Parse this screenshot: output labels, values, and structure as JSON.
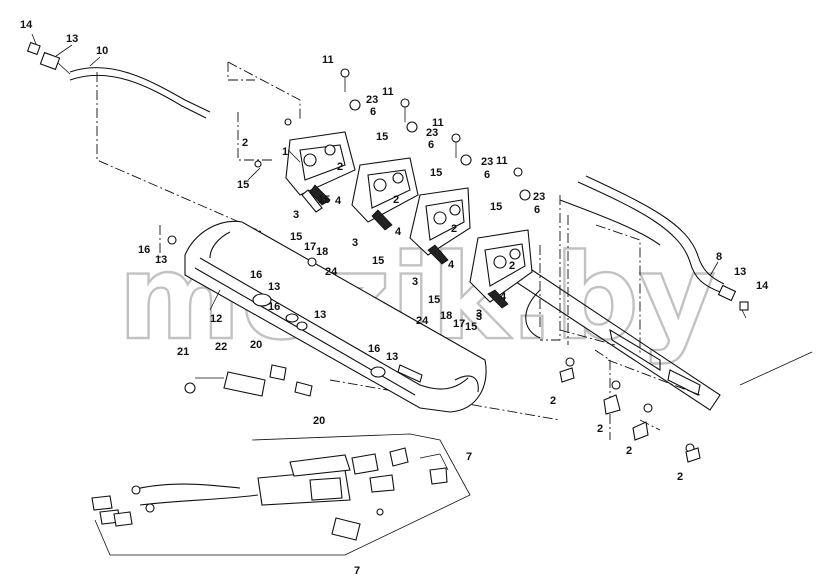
{
  "watermark": "mozik.by",
  "callouts": {
    "l14a": "14",
    "l13a": "13",
    "l10": "10",
    "l11a": "11",
    "l23a": "23",
    "l6a": "6",
    "l11b": "11",
    "l2a": "2",
    "l15a": "15",
    "l23b": "23",
    "l6b": "6",
    "l11c": "11",
    "l1": "1",
    "l2b": "2",
    "l15b": "15",
    "l23c": "23",
    "l6c": "6",
    "l11d": "11",
    "l15c": "15",
    "l4a": "4",
    "l3a": "3",
    "l15d": "15",
    "l23d": "23",
    "l6d": "6",
    "l2c": "2",
    "l4b": "4",
    "l15e": "15",
    "l16a": "16",
    "l13b": "13",
    "l3b": "3",
    "l15f": "15",
    "l17a": "17",
    "l18a": "18",
    "l2d": "2",
    "l4c": "4",
    "l24a": "24",
    "l16b": "16",
    "l13c": "13",
    "l3c": "3",
    "l15g": "15",
    "l2e": "2",
    "l4d": "4",
    "l3d": "3",
    "l15h": "15",
    "l8": "8",
    "l13d": "13",
    "l14b": "14",
    "l16c": "16",
    "l12": "12",
    "l13e": "13",
    "l24b": "24",
    "l18b": "18",
    "l17b": "17",
    "l15i": "15",
    "l3e": "3",
    "l21": "21",
    "l22": "22",
    "l20a": "20",
    "l16d": "16",
    "l13f": "13",
    "l20b": "20",
    "l2f": "2",
    "l2g": "2",
    "l2h": "2",
    "l2i": "2",
    "l7a": "7",
    "l7b": "7"
  }
}
